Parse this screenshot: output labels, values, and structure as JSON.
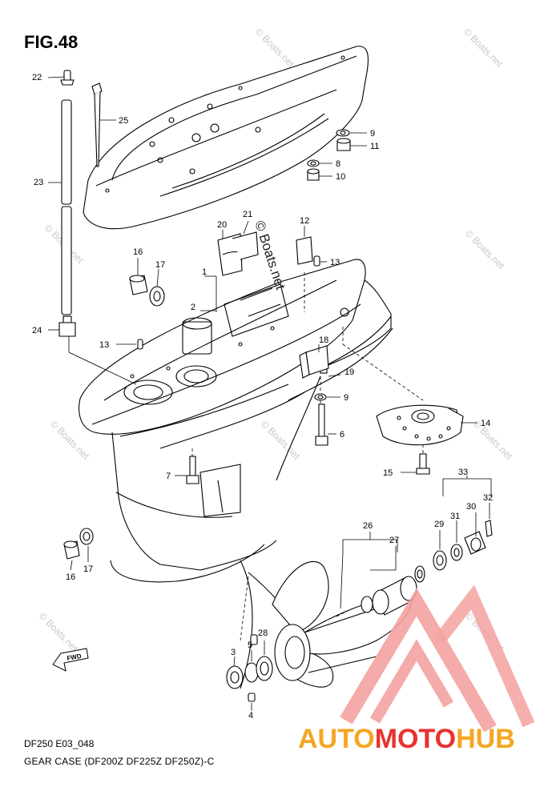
{
  "figure": {
    "title": "FIG.48",
    "code": "DF250 E03_048",
    "caption": "GEAR CASE (DF200Z DF225Z DF250Z)-C"
  },
  "callouts": [
    "1",
    "2",
    "3",
    "4",
    "5",
    "6",
    "7",
    "8",
    "9",
    "10",
    "11",
    "12",
    "13",
    "14",
    "15",
    "16",
    "17",
    "18",
    "19",
    "20",
    "21",
    "22",
    "23",
    "24",
    "25",
    "26",
    "27",
    "28",
    "29",
    "30",
    "31",
    "32",
    "33"
  ],
  "direction_label": "FWD",
  "watermarks": {
    "site": "© Boats.net"
  },
  "brand": {
    "part1": "AUTO",
    "part2": "MOTO",
    "part3": "HUB",
    "colors": {
      "orange": "#f5a623",
      "red": "#e8332e",
      "pink": "#f3a2a0"
    }
  }
}
